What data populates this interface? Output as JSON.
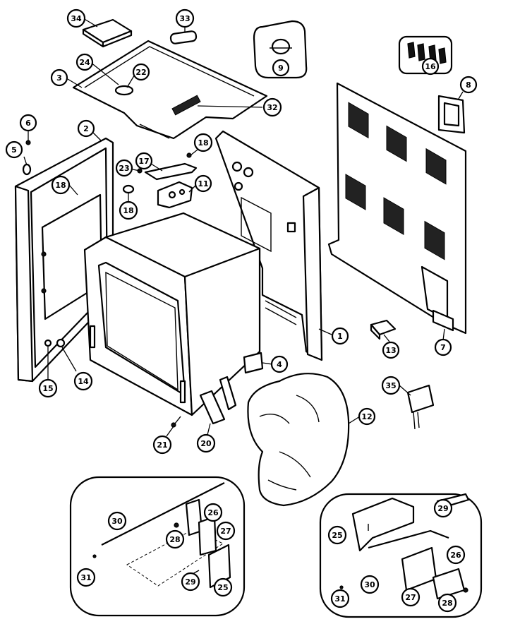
{
  "callouts": [
    {
      "id": "c34",
      "label": "34"
    },
    {
      "id": "c33",
      "label": "33"
    },
    {
      "id": "c9",
      "label": "9"
    },
    {
      "id": "c16",
      "label": "16"
    },
    {
      "id": "c24",
      "label": "24"
    },
    {
      "id": "c22",
      "label": "22"
    },
    {
      "id": "c3",
      "label": "3"
    },
    {
      "id": "c32",
      "label": "32"
    },
    {
      "id": "c8",
      "label": "8"
    },
    {
      "id": "c6",
      "label": "6"
    },
    {
      "id": "c2",
      "label": "2"
    },
    {
      "id": "c5",
      "label": "5"
    },
    {
      "id": "c18a",
      "label": "18"
    },
    {
      "id": "c23",
      "label": "23"
    },
    {
      "id": "c17",
      "label": "17"
    },
    {
      "id": "c18b",
      "label": "18"
    },
    {
      "id": "c18c",
      "label": "18"
    },
    {
      "id": "c11",
      "label": "11"
    },
    {
      "id": "c1",
      "label": "1"
    },
    {
      "id": "c13",
      "label": "13"
    },
    {
      "id": "c7",
      "label": "7"
    },
    {
      "id": "c4",
      "label": "4"
    },
    {
      "id": "c15",
      "label": "15"
    },
    {
      "id": "c14",
      "label": "14"
    },
    {
      "id": "c35",
      "label": "35"
    },
    {
      "id": "c12",
      "label": "12"
    },
    {
      "id": "c21",
      "label": "21"
    },
    {
      "id": "c20",
      "label": "20"
    },
    {
      "id": "c30a",
      "label": "30"
    },
    {
      "id": "c26a",
      "label": "26"
    },
    {
      "id": "c28a",
      "label": "28"
    },
    {
      "id": "c27a",
      "label": "27"
    },
    {
      "id": "c31a",
      "label": "31"
    },
    {
      "id": "c29a",
      "label": "29"
    },
    {
      "id": "c25a",
      "label": "25"
    },
    {
      "id": "c29b",
      "label": "29"
    },
    {
      "id": "c25b",
      "label": "25"
    },
    {
      "id": "c26b",
      "label": "26"
    },
    {
      "id": "c30b",
      "label": "30"
    },
    {
      "id": "c27b",
      "label": "27"
    },
    {
      "id": "c28b",
      "label": "28"
    },
    {
      "id": "c31b",
      "label": "31"
    }
  ]
}
